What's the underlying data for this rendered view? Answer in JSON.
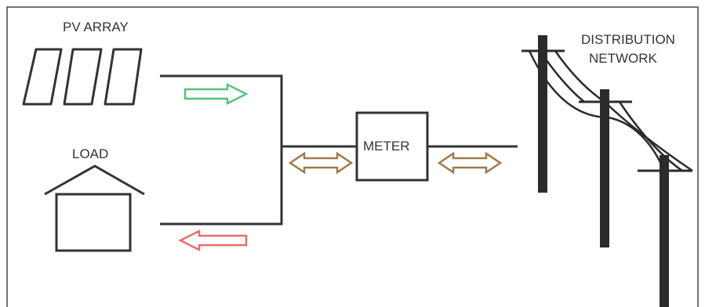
{
  "labels": {
    "pv_array": "PV ARRAY",
    "load": "LOAD",
    "meter": "METER",
    "distribution": "DISTRIBUTION",
    "network": "NETWORK"
  },
  "colors": {
    "line": "#333333",
    "frame": "#444444",
    "export_arrow": "#5cbf7d",
    "import_arrow": "#e86d6d",
    "bidirectional_arrow": "#a07a4a"
  }
}
